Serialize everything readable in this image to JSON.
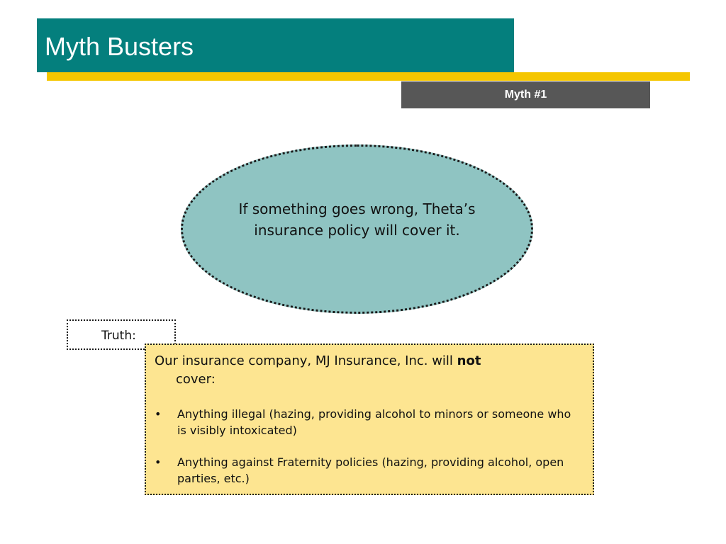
{
  "slide": {
    "title": "Myth Busters",
    "myth_tag": "Myth #1",
    "myth_statement": "If something goes wrong, Theta’s insurance policy will cover it.",
    "truth_label": "Truth:",
    "truth": {
      "intro_before": "Our insurance company, MJ Insurance, Inc. will ",
      "intro_emphasis": "not",
      "intro_after": "cover:",
      "bullet_symbol": "•",
      "bullets": [
        "Anything illegal (hazing, providing alcohol to minors or someone who is visibly intoxicated)",
        "Anything against Fraternity policies (hazing, providing alcohol, open parties, etc.)"
      ]
    }
  },
  "colors": {
    "title_bar": "#047f7d",
    "accent_line": "#f5c600",
    "myth_tag": "#575757",
    "myth_ellipse": "#8fc4c2",
    "truth_box": "#fde591"
  }
}
